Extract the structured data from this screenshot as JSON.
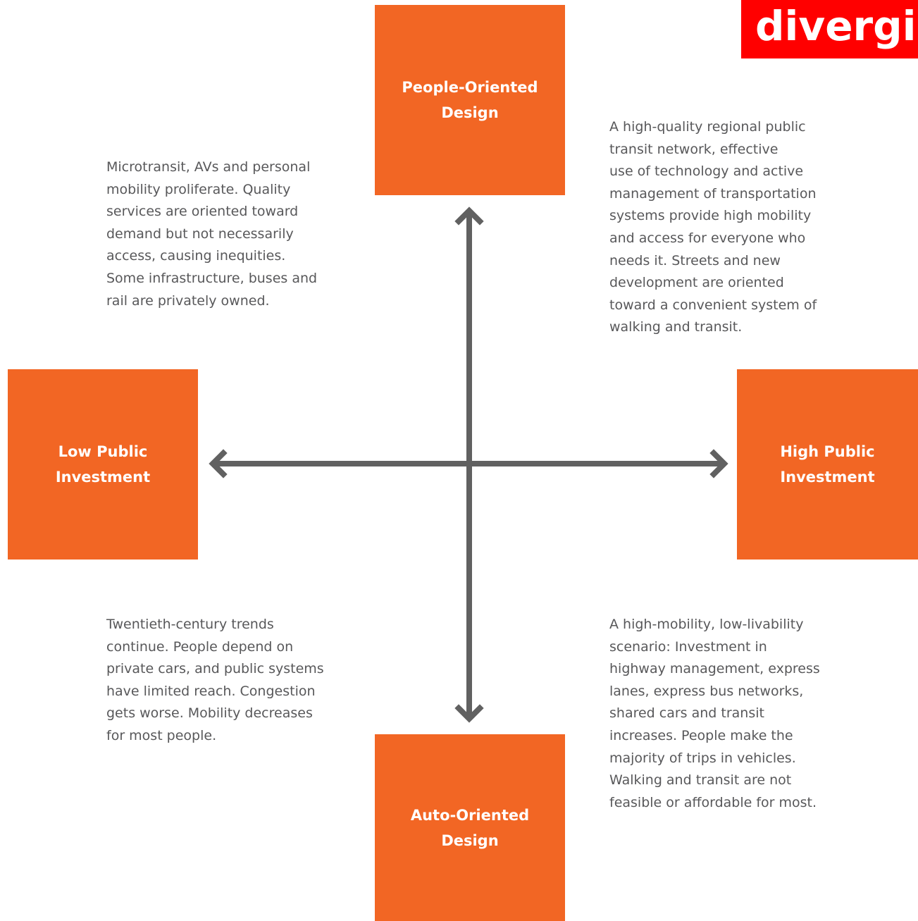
{
  "colors": {
    "box": "#f26624",
    "axis": "#616161",
    "text": "#58585a",
    "logo_bg": "#ff0000",
    "logo_text": "#ffffff"
  },
  "boxes": {
    "top": {
      "line1": "People-Oriented",
      "line2": "Design"
    },
    "bottom": {
      "line1": "Auto-Oriented",
      "line2": "Design"
    },
    "left": {
      "line1": "Low Public",
      "line2": "Investment"
    },
    "right": {
      "line1": "High Public",
      "line2": "Investment"
    }
  },
  "descriptions": {
    "top_left": "Microtransit, AVs and personal\nmobility proliferate. Quality\nservices are oriented toward\ndemand but not necessarily\naccess, causing inequities.\nSome infrastructure, buses and\nrail are privately owned.",
    "top_right": "A high-quality regional public\ntransit network, effective\nuse of technology and active\nmanagement of transportation\nsystems provide high mobility\nand access for everyone who\nneeds it. Streets and new\ndevelopment are oriented\ntoward a convenient system of\nwalking and transit.",
    "bottom_left": "Twentieth-century trends\ncontinue. People depend on\nprivate cars, and public systems\nhave limited reach. Congestion\ngets worse. Mobility decreases\nfor most people.",
    "bottom_right": "A high-mobility, low-livability\nscenario: Investment in\nhighway management, express\nlanes, express bus networks,\nshared cars and transit\nincreases. People make the\nmajority of trips in vehicles.\nWalking and transit are not\nfeasible or affordable for most."
  },
  "logo": {
    "text": "divergin"
  }
}
